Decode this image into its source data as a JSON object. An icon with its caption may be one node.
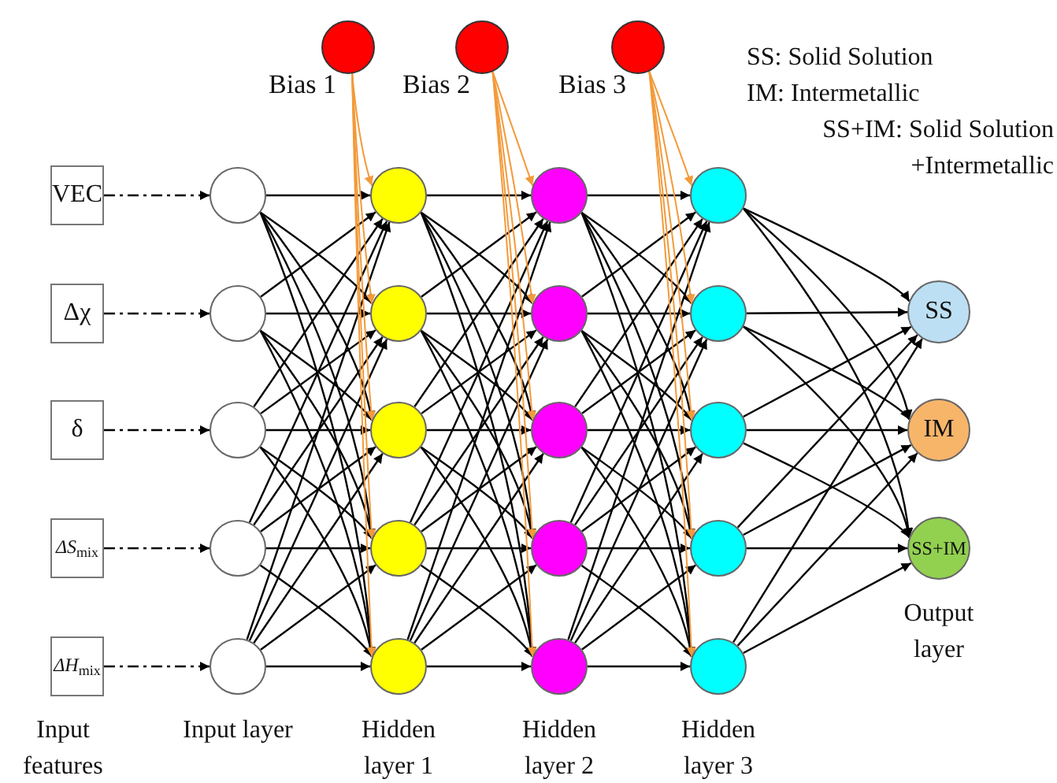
{
  "diagram": {
    "nodes": [
      {
        "text": [],
        "shape": "circle",
        "beside": [
          "Bias 1"
        ]
      },
      {
        "text": [],
        "shape": "circle",
        "beside": [
          "Bias 2"
        ]
      },
      {
        "text": [],
        "shape": "circle",
        "beside": [
          "Bias 3"
        ]
      },
      {
        "text": [
          "VEC"
        ]
      },
      {
        "text": [
          "Δχ"
        ]
      },
      {
        "text": [
          "δ"
        ]
      },
      {
        "text": [
          "*ΔS*$_{mix}$"
        ]
      },
      {
        "text": [
          "*ΔH*$_{mix}$"
        ]
      },
      {
        "text": [],
        "shape": "circle"
      },
      {
        "text": [],
        "shape": "circle"
      },
      {
        "text": [],
        "shape": "circle"
      },
      {
        "text": [],
        "shape": "circle"
      },
      {
        "text": [],
        "shape": "circle"
      },
      {
        "text": [],
        "shape": "circle"
      },
      {
        "text": [],
        "shape": "circle"
      },
      {
        "text": [],
        "shape": "circle"
      },
      {
        "text": [],
        "shape": "circle"
      },
      {
        "text": [],
        "shape": "circle"
      },
      {
        "text": [],
        "shape": "circle"
      },
      {
        "text": [],
        "shape": "circle"
      },
      {
        "text": [],
        "shape": "circle"
      },
      {
        "text": [],
        "shape": "circle"
      },
      {
        "text": [],
        "shape": "circle"
      },
      {
        "text": [],
        "shape": "circle"
      },
      {
        "text": [],
        "shape": "circle"
      },
      {
        "text": [],
        "shape": "circle"
      },
      {
        "text": [],
        "shape": "circle"
      },
      {
        "text": [],
        "shape": "circle"
      },
      {
        "text": [
          "SS"
        ]
      },
      {
        "text": [
          "IM"
        ]
      },
      {
        "text": [
          "SS+IM"
        ]
      }
    ],
    "edges": [
      {
        "from": 3,
        "to": 8,
        "arrow": "to",
        "style": "dashed"
      },
      {
        "from": 4,
        "to": 9,
        "arrow": "to",
        "style": "dashed"
      },
      {
        "from": 5,
        "to": 10,
        "arrow": "to",
        "style": "dashed"
      },
      {
        "from": 6,
        "to": 11,
        "arrow": "to",
        "style": "dashed"
      },
      {
        "from": 7,
        "to": 12,
        "arrow": "to",
        "style": "dashed"
      },
      {
        "from": 8,
        "to": 13,
        "arrow": "to"
      },
      {
        "from": 8,
        "to": 14,
        "arrow": "to"
      },
      {
        "from": 8,
        "to": 15,
        "arrow": "to"
      },
      {
        "from": 8,
        "to": 16,
        "arrow": "to"
      },
      {
        "from": 8,
        "to": 17,
        "arrow": "to"
      },
      {
        "from": 9,
        "to": 13,
        "arrow": "to"
      },
      {
        "from": 9,
        "to": 14,
        "arrow": "to"
      },
      {
        "from": 9,
        "to": 15,
        "arrow": "to"
      },
      {
        "from": 9,
        "to": 16,
        "arrow": "to"
      },
      {
        "from": 9,
        "to": 17,
        "arrow": "to"
      },
      {
        "from": 10,
        "to": 13,
        "arrow": "to"
      },
      {
        "from": 10,
        "to": 14,
        "arrow": "to"
      },
      {
        "from": 10,
        "to": 15,
        "arrow": "to"
      },
      {
        "from": 10,
        "to": 16,
        "arrow": "to"
      },
      {
        "from": 10,
        "to": 17,
        "arrow": "to"
      },
      {
        "from": 11,
        "to": 13,
        "arrow": "to"
      },
      {
        "from": 11,
        "to": 14,
        "arrow": "to"
      },
      {
        "from": 11,
        "to": 15,
        "arrow": "to"
      },
      {
        "from": 11,
        "to": 16,
        "arrow": "to"
      },
      {
        "from": 11,
        "to": 17,
        "arrow": "to"
      },
      {
        "from": 12,
        "to": 13,
        "arrow": "to"
      },
      {
        "from": 12,
        "to": 14,
        "arrow": "to"
      },
      {
        "from": 12,
        "to": 15,
        "arrow": "to"
      },
      {
        "from": 12,
        "to": 16,
        "arrow": "to"
      },
      {
        "from": 12,
        "to": 17,
        "arrow": "to"
      },
      {
        "from": 13,
        "to": 18,
        "arrow": "to"
      },
      {
        "from": 13,
        "to": 19,
        "arrow": "to"
      },
      {
        "from": 13,
        "to": 20,
        "arrow": "to"
      },
      {
        "from": 13,
        "to": 21,
        "arrow": "to"
      },
      {
        "from": 13,
        "to": 22,
        "arrow": "to"
      },
      {
        "from": 14,
        "to": 18,
        "arrow": "to"
      },
      {
        "from": 14,
        "to": 19,
        "arrow": "to"
      },
      {
        "from": 14,
        "to": 20,
        "arrow": "to"
      },
      {
        "from": 14,
        "to": 21,
        "arrow": "to"
      },
      {
        "from": 14,
        "to": 22,
        "arrow": "to"
      },
      {
        "from": 15,
        "to": 18,
        "arrow": "to"
      },
      {
        "from": 15,
        "to": 19,
        "arrow": "to"
      },
      {
        "from": 15,
        "to": 20,
        "arrow": "to"
      },
      {
        "from": 15,
        "to": 21,
        "arrow": "to"
      },
      {
        "from": 15,
        "to": 22,
        "arrow": "to"
      },
      {
        "from": 16,
        "to": 18,
        "arrow": "to"
      },
      {
        "from": 16,
        "to": 19,
        "arrow": "to"
      },
      {
        "from": 16,
        "to": 20,
        "arrow": "to"
      },
      {
        "from": 16,
        "to": 21,
        "arrow": "to"
      },
      {
        "from": 16,
        "to": 22,
        "arrow": "to"
      },
      {
        "from": 17,
        "to": 18,
        "arrow": "to"
      },
      {
        "from": 17,
        "to": 19,
        "arrow": "to"
      },
      {
        "from": 17,
        "to": 20,
        "arrow": "to"
      },
      {
        "from": 17,
        "to": 21,
        "arrow": "to"
      },
      {
        "from": 17,
        "to": 22,
        "arrow": "to"
      },
      {
        "from": 18,
        "to": 23,
        "arrow": "to"
      },
      {
        "from": 18,
        "to": 24,
        "arrow": "to"
      },
      {
        "from": 18,
        "to": 25,
        "arrow": "to"
      },
      {
        "from": 18,
        "to": 26,
        "arrow": "to"
      },
      {
        "from": 18,
        "to": 27,
        "arrow": "to"
      },
      {
        "from": 19,
        "to": 23,
        "arrow": "to"
      },
      {
        "from": 19,
        "to": 24,
        "arrow": "to"
      },
      {
        "from": 19,
        "to": 25,
        "arrow": "to"
      },
      {
        "from": 19,
        "to": 26,
        "arrow": "to"
      },
      {
        "from": 19,
        "to": 27,
        "arrow": "to"
      },
      {
        "from": 20,
        "to": 23,
        "arrow": "to"
      },
      {
        "from": 20,
        "to": 24,
        "arrow": "to"
      },
      {
        "from": 20,
        "to": 25,
        "arrow": "to"
      },
      {
        "from": 20,
        "to": 26,
        "arrow": "to"
      },
      {
        "from": 20,
        "to": 27,
        "arrow": "to"
      },
      {
        "from": 21,
        "to": 23,
        "arrow": "to"
      },
      {
        "from": 21,
        "to": 24,
        "arrow": "to"
      },
      {
        "from": 21,
        "to": 25,
        "arrow": "to"
      },
      {
        "from": 21,
        "to": 26,
        "arrow": "to"
      },
      {
        "from": 21,
        "to": 27,
        "arrow": "to"
      },
      {
        "from": 22,
        "to": 23,
        "arrow": "to"
      },
      {
        "from": 22,
        "to": 24,
        "arrow": "to"
      },
      {
        "from": 22,
        "to": 25,
        "arrow": "to"
      },
      {
        "from": 22,
        "to": 26,
        "arrow": "to"
      },
      {
        "from": 22,
        "to": 27,
        "arrow": "to"
      },
      {
        "from": 23,
        "to": 28,
        "arrow": "to"
      },
      {
        "from": 23,
        "to": 29,
        "arrow": "to"
      },
      {
        "from": 23,
        "to": 30,
        "arrow": "to"
      },
      {
        "from": 24,
        "to": 28,
        "arrow": "to"
      },
      {
        "from": 24,
        "to": 29,
        "arrow": "to"
      },
      {
        "from": 24,
        "to": 30,
        "arrow": "to"
      },
      {
        "from": 25,
        "to": 28,
        "arrow": "to"
      },
      {
        "from": 25,
        "to": 29,
        "arrow": "to"
      },
      {
        "from": 25,
        "to": 30,
        "arrow": "to"
      },
      {
        "from": 26,
        "to": 28,
        "arrow": "to"
      },
      {
        "from": 26,
        "to": 29,
        "arrow": "to"
      },
      {
        "from": 26,
        "to": 30,
        "arrow": "to"
      },
      {
        "from": 27,
        "to": 28,
        "arrow": "to"
      },
      {
        "from": 27,
        "to": 29,
        "arrow": "to"
      },
      {
        "from": 27,
        "to": 30,
        "arrow": "to"
      },
      {
        "from": 0,
        "to": 13,
        "arrow": "to",
        "color": "#f39a3a"
      },
      {
        "from": 0,
        "to": 14,
        "arrow": "to",
        "color": "#f39a3a"
      },
      {
        "from": 0,
        "to": 15,
        "arrow": "to",
        "color": "#f39a3a"
      },
      {
        "from": 0,
        "to": 16,
        "arrow": "to",
        "color": "#f39a3a"
      },
      {
        "from": 0,
        "to": 17,
        "arrow": "to",
        "color": "#f39a3a"
      },
      {
        "from": 1,
        "to": 18,
        "arrow": "to",
        "color": "#f39a3a"
      },
      {
        "from": 1,
        "to": 19,
        "arrow": "to",
        "color": "#f39a3a"
      },
      {
        "from": 1,
        "to": 20,
        "arrow": "to",
        "color": "#f39a3a"
      },
      {
        "from": 1,
        "to": 21,
        "arrow": "to",
        "color": "#f39a3a"
      },
      {
        "from": 1,
        "to": 22,
        "arrow": "to",
        "color": "#f39a3a"
      },
      {
        "from": 2,
        "to": 23,
        "arrow": "to",
        "color": "#f39a3a"
      },
      {
        "from": 2,
        "to": 24,
        "arrow": "to",
        "color": "#f39a3a"
      },
      {
        "from": 2,
        "to": 25,
        "arrow": "to",
        "color": "#f39a3a"
      },
      {
        "from": 2,
        "to": 26,
        "arrow": "to",
        "color": "#f39a3a"
      },
      {
        "from": 2,
        "to": 27,
        "arrow": "to",
        "color": "#f39a3a"
      }
    ],
    "labels": [
      "SS: Solid Solution",
      "IM: Intermetallic",
      "SS+IM: Solid Solution +Intermetallic",
      "Input features",
      "Input layer",
      "Hidden layer 1",
      "Hidden layer 2",
      "Hidden layer 3",
      "Output layer"
    ]
  }
}
